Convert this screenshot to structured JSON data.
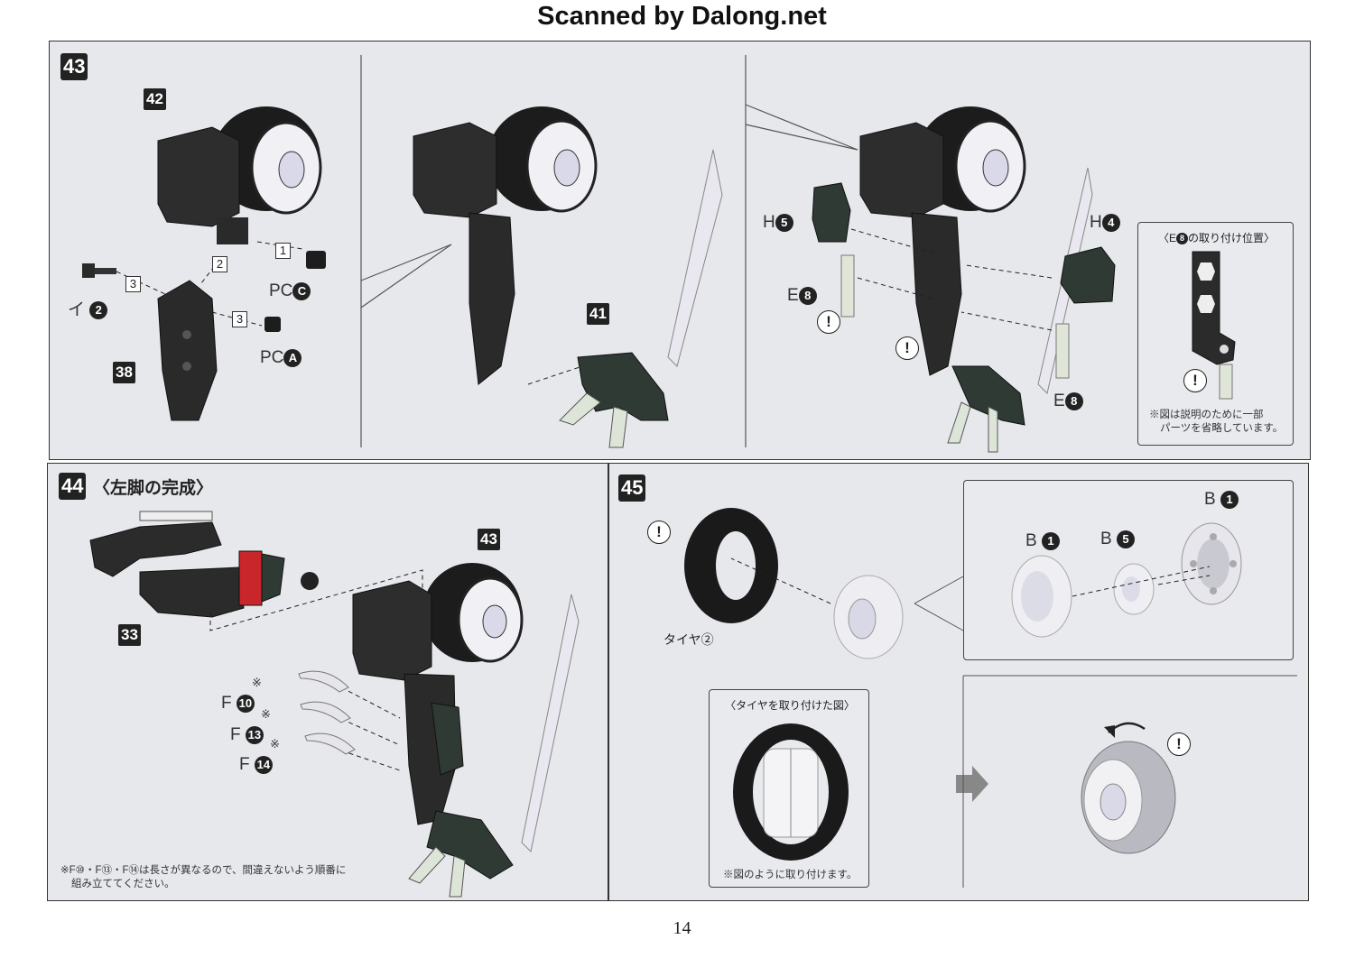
{
  "header": "Scanned by Dalong.net",
  "page_number": "14",
  "step43": {
    "number": "43",
    "tags": {
      "t42": "42",
      "t41": "41",
      "t38": "38"
    },
    "labels": {
      "i2_text": "イ",
      "i2_num": "2",
      "pcc_text": "PC",
      "pcc_letter": "C",
      "pca_text": "PC",
      "pca_letter": "A",
      "seq1": "1",
      "seq2": "2",
      "seq3a": "3",
      "seq3b": "3",
      "h5_text": "H",
      "h5_num": "5",
      "h4_text": "H",
      "h4_num": "4",
      "e8a_text": "E",
      "e8a_num": "8",
      "e8b_text": "E",
      "e8b_num": "8"
    },
    "inset": {
      "title_pre": "〈E",
      "title_num": "8",
      "title_post": "の取り付け位置〉",
      "note_line1": "※図は説明のために一部",
      "note_line2": "パーツを省略しています。"
    },
    "warn": "!"
  },
  "step44": {
    "number": "44",
    "title": "〈左脚の完成〉",
    "tags": {
      "t33": "33",
      "t43": "43"
    },
    "labels": {
      "f10_text": "F",
      "f10_num": "10",
      "f13_text": "F",
      "f13_num": "13",
      "f14_text": "F",
      "f14_num": "14",
      "mark": "※"
    },
    "note_line1": "※F⑩・F⑬・F⑭は長さが異なるので、間違えないよう順番に",
    "note_line2": "組み立ててください。"
  },
  "step45": {
    "number": "45",
    "tire_label": "タイヤ②",
    "labels": {
      "b1a_text": "B",
      "b1a_num": "1",
      "b1b_text": "B",
      "b1b_num": "1",
      "b5_text": "B",
      "b5_num": "5"
    },
    "inset_title": "〈タイヤを取り付けた図〉",
    "inset_note": "※図のように取り付けます。",
    "warn": "!"
  }
}
